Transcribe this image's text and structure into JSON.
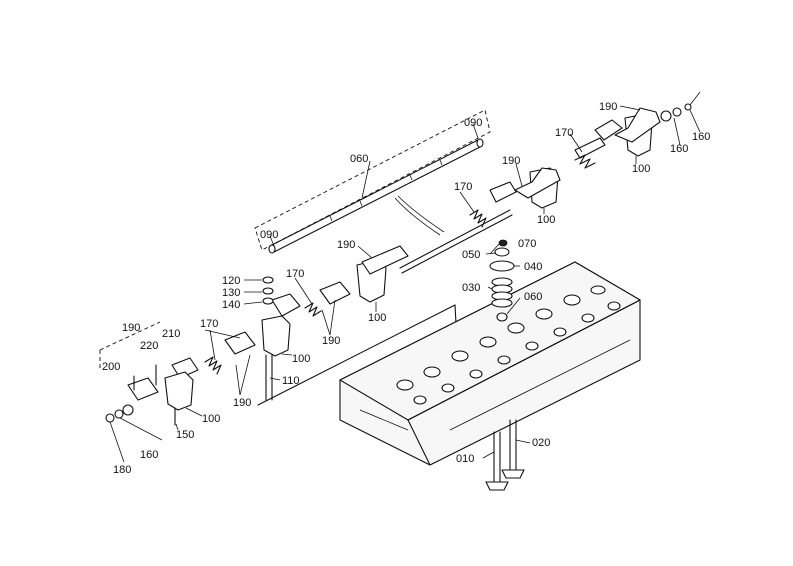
{
  "diagram": {
    "callouts": {
      "c010": "010",
      "c020": "020",
      "c030": "030",
      "c040": "040",
      "c050": "050",
      "c060_shaft": "060",
      "c060_seal": "060",
      "c070": "070",
      "c090_top": "090",
      "c090_left": "090",
      "c100_a": "100",
      "c100_b": "100",
      "c100_c": "100",
      "c100_d": "100",
      "c100_e": "100",
      "c110": "110",
      "c120": "120",
      "c130": "130",
      "c140": "140",
      "c150": "150",
      "c160_a": "160",
      "c160_b": "160",
      "c160_c": "160",
      "c170_a": "170",
      "c170_b": "170",
      "c170_c": "170",
      "c170_d": "170",
      "c180": "180",
      "c190_a": "190",
      "c190_b": "190",
      "c190_c": "190",
      "c190_d": "190",
      "c190_e": "190",
      "c190_f": "190",
      "c200": "200",
      "c210": "210",
      "c220": "220"
    }
  }
}
